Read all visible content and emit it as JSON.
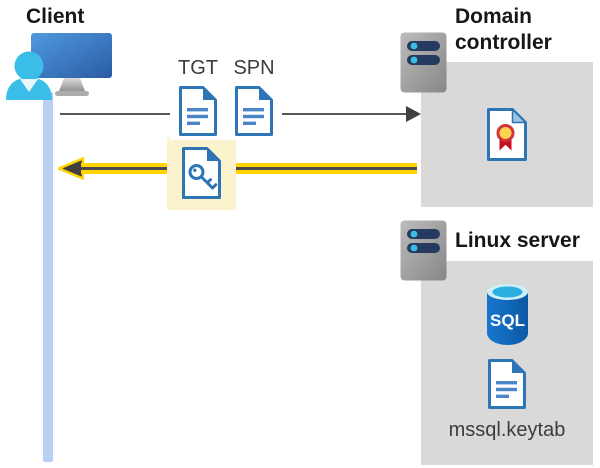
{
  "client": {
    "label": "Client"
  },
  "flow": {
    "tgt_label": "TGT",
    "spn_label": "SPN",
    "arrows": [
      {
        "name": "request-arrow",
        "direction": "right",
        "from": "client",
        "to": "domain-controller",
        "color": "#58595b",
        "highlighted": false
      },
      {
        "name": "response-arrow",
        "direction": "left",
        "from": "domain-controller",
        "to": "client",
        "color": "#ffd400",
        "highlighted": true
      }
    ]
  },
  "domain_controller": {
    "label": "Domain controller"
  },
  "linux_server": {
    "label": "Linux server",
    "sql_icon_label": "SQL",
    "keytab_file": "mssql.keytab"
  },
  "icons": [
    "client-user-monitor-icon",
    "tgt-document-icon",
    "spn-document-icon",
    "key-ticket-document-icon",
    "server-icon",
    "certificate-icon",
    "sql-database-icon",
    "keytab-document-icon"
  ],
  "colors": {
    "panel_gray": "#d9d9d9",
    "arrow_gray": "#58595b",
    "arrow_yellow": "#ffd400",
    "highlight_yellow": "#faf3cd",
    "doc_blue": "#2e75b6",
    "timeline_blue": "#b9cff3",
    "person_cyan": "#3abee8",
    "server_slot_navy": "#243a5e",
    "led_cyan": "#3dbde4",
    "rosette_yellow": "#ffd34d",
    "rosette_red": "#c50f1f"
  }
}
